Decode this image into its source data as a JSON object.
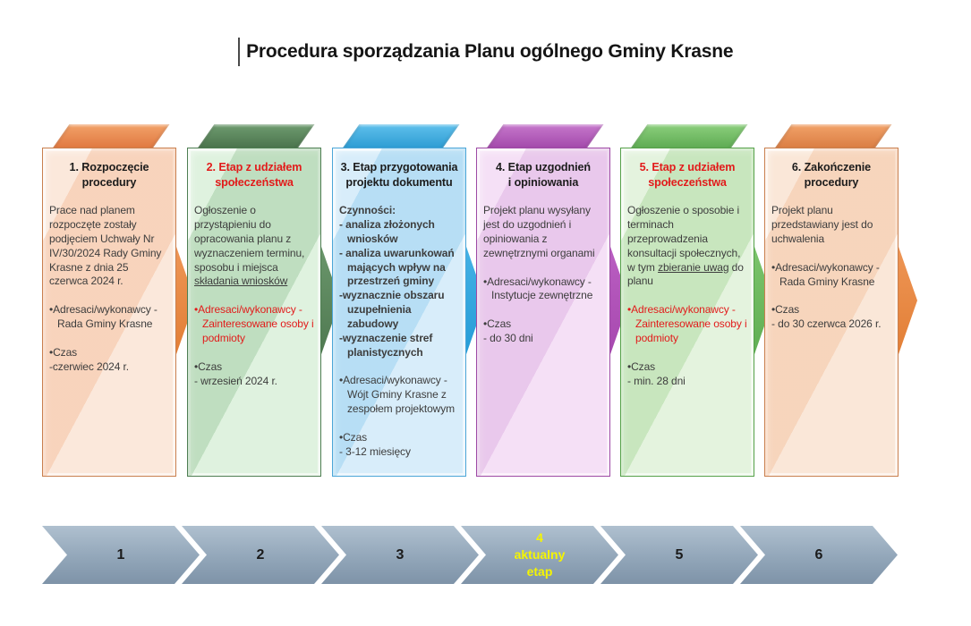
{
  "page_title": "Procedura sporządzania Planu ogólnego Gminy Krasne",
  "panels": [
    {
      "title_line1": "1. Rozpoczęcie",
      "title_line2": "procedury",
      "para": "Prace nad planem rozpoczęte zostały podjęciem Uchwały Nr IV/30/2024 Rady Gminy Krasne z dnia 25 czerwca 2024 r.",
      "addressees": "•Adresaci/wykonawcy - Rada Gminy Krasne",
      "time_label": "•Czas",
      "time_value": "-czerwiec 2024 r.",
      "accent": "#E07B3E",
      "background": "#FBE8DB"
    },
    {
      "title_line1": "2. Etap z udziałem",
      "title_line2": "społeczeństwa",
      "title_color": "#E21B1B",
      "para_pre": "Ogłoszenie o przystąpieniu do opracowania planu z wyznaczeniem terminu, sposobu i miejsca ",
      "para_underline": "składania wniosków",
      "addressees": "•Adresaci/wykonawcy - Zainteresowane osoby i podmioty",
      "addressees_color": "#E21B1B",
      "time_label": "•Czas",
      "time_value": "- wrzesień 2024 r.",
      "accent": "#4C7D4C",
      "background": "#DFF2DF"
    },
    {
      "title_line1": "3. Etap przygotowania",
      "title_line2": "projektu dokumentu",
      "activities_label": "Czynności:",
      "activities": [
        "- analiza złożonych wniosków",
        "- analiza uwarunkowań mających wpływ na przestrzeń gminy",
        "-wyznacznie obszaru uzupełnienia zabudowy",
        "-wyznaczenie stref planistycznych"
      ],
      "addressees": "•Adresaci/wykonawcy - Wójt Gminy Krasne z zespołem projektowym",
      "time_label": "•Czas",
      "time_value": "- 3-12 miesięcy",
      "accent": "#2FA4DD",
      "background": "#D8EDFA"
    },
    {
      "title_line1": "4. Etap uzgodnień",
      "title_line2": "i opiniowania",
      "para": "Projekt planu wysyłany jest do uzgodnień i opiniowania z zewnętrznymi organami",
      "addressees": "•Adresaci/wykonawcy - Instytucje zewnętrzne",
      "time_label": "•Czas",
      "time_value": "- do 30 dni",
      "accent": "#AC4CB4",
      "background": "#F5E0F6"
    },
    {
      "title_line1": "5. Etap z udziałem",
      "title_line2": "społeczeństwa",
      "title_color": "#E21B1B",
      "para_pre": "Ogłoszenie o sposobie i terminach przeprowadzenia konsultacji społecznych, w tym ",
      "para_underline": "zbieranie uwag",
      "para_post": " do planu",
      "addressees": "•Adresaci/wykonawcy - Zainteresowane osoby i podmioty",
      "addressees_color": "#E21B1B",
      "time_label": "•Czas",
      "time_value": "- min. 28 dni",
      "accent": "#5FB353",
      "background": "#E4F3DE"
    },
    {
      "title_line1": "6. Zakończenie",
      "title_line2": "procedury",
      "para": "Projekt planu przedstawiany jest do uchwalenia",
      "addressees": "•Adresaci/wykonawcy - Rada Gminy Krasne",
      "time_label": "•Czas",
      "time_value": "- do 30 czerwca 2026 r.",
      "accent": "#DD7E41",
      "background": "#FAE7D8"
    }
  ],
  "timeline": {
    "fill_top": "#AFC0CF",
    "fill_bottom": "#7E93A8",
    "highlight_text_color": "#F5F500",
    "steps": [
      {
        "label": "1"
      },
      {
        "label": "2"
      },
      {
        "label": "3"
      },
      {
        "label": "4",
        "sub1": "aktualny",
        "sub2": "etap",
        "current": true
      },
      {
        "label": "5"
      },
      {
        "label": "6"
      }
    ]
  }
}
